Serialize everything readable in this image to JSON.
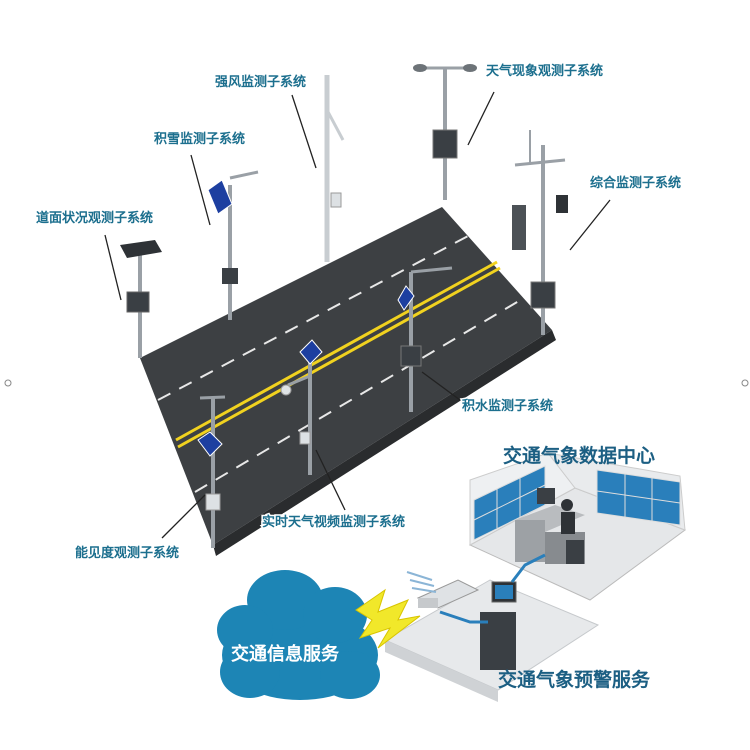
{
  "labels": {
    "wind": "强风监测子系统",
    "weather_phenomenon": "天气现象观测子系统",
    "snow": "积雪监测子系统",
    "comprehensive": "综合监测子系统",
    "road_surface": "道面状况观测子系统",
    "water": "积水监测子系统",
    "video": "实时天气视频监测子系统",
    "visibility": "能见度观测子系统",
    "data_center": "交通气象数据中心",
    "info_service": "交通信息服务",
    "warning_service": "交通气象预警服务"
  },
  "colors": {
    "road": "#3d4043",
    "lane_line": "#f1d21f",
    "label_text": "#1c6f8e",
    "cloud": "#1d85b5",
    "solar_panel": "#1d3fa0"
  }
}
